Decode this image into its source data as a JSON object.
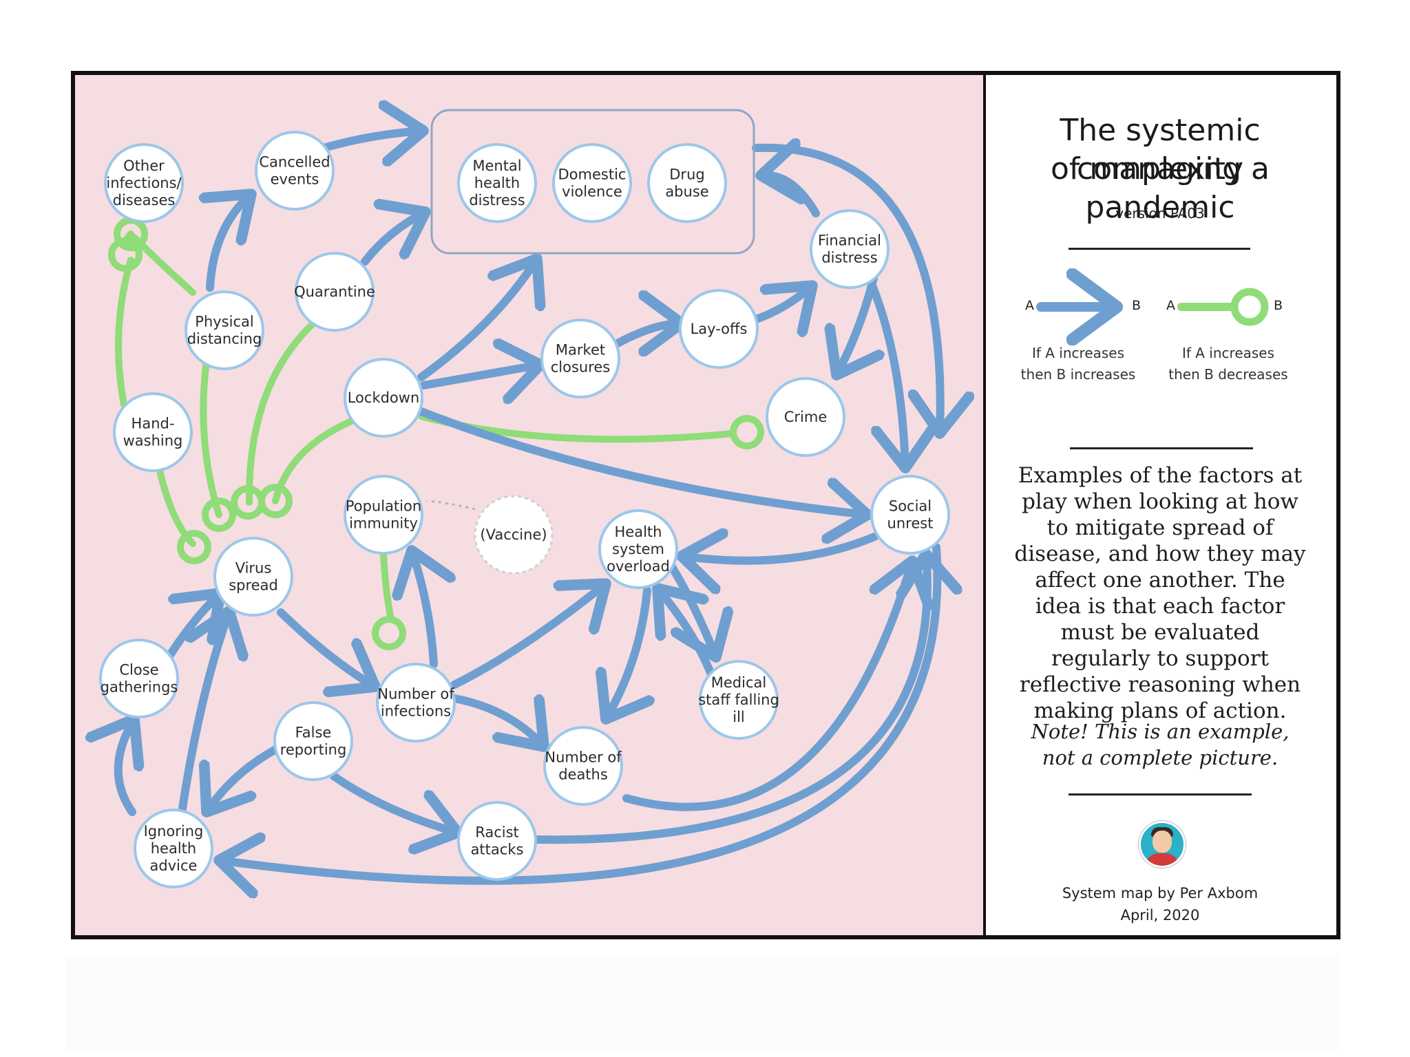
{
  "diagram": {
    "nodes": {
      "other_infections": [
        "Other",
        "infections/",
        "diseases"
      ],
      "cancelled_events": [
        "Cancelled",
        "events"
      ],
      "mental_health": [
        "Mental",
        "health",
        "distress"
      ],
      "domestic_violence": [
        "Domestic",
        "violence"
      ],
      "drug_abuse": [
        "Drug",
        "abuse"
      ],
      "physical_distancing": [
        "Physical",
        "distancing"
      ],
      "quarantine": [
        "Quarantine"
      ],
      "financial_distress": [
        "Financial",
        "distress"
      ],
      "market_closures": [
        "Market",
        "closures"
      ],
      "layoffs": [
        "Lay-offs"
      ],
      "hand_washing": [
        "Hand-",
        "washing"
      ],
      "lockdown": [
        "Lockdown"
      ],
      "crime": [
        "Crime"
      ],
      "population_immunity": [
        "Population",
        "immunity"
      ],
      "vaccine": [
        "(Vaccine)"
      ],
      "health_system_overload": [
        "Health",
        "system",
        "overload"
      ],
      "social_unrest": [
        "Social",
        "unrest"
      ],
      "virus_spread": [
        "Virus",
        "spread"
      ],
      "close_gatherings": [
        "Close",
        "gatherings"
      ],
      "false_reporting": [
        "False",
        "reporting"
      ],
      "number_of_infections": [
        "Number of",
        "infections"
      ],
      "medical_staff": [
        "Medical",
        "staff falling",
        "ill"
      ],
      "number_of_deaths": [
        "Number of",
        "deaths"
      ],
      "ignoring_health_advice": [
        "Ignoring",
        "health",
        "advice"
      ],
      "racist_attacks": [
        "Racist",
        "attacks"
      ]
    },
    "colors": {
      "background": "#f6dde1",
      "increase_arrow": "#6f9fd0",
      "decrease_link": "#8fdc78",
      "node_fill": "#ffffff",
      "node_border": "#9cc7ea"
    }
  },
  "sidebar": {
    "title_line1": "The systemic complexity",
    "title_line2": "of managing a pandemic",
    "version": "version PA03",
    "legend": {
      "a_label": "A",
      "b_label": "B",
      "increase_line1": "If A increases",
      "increase_line2": "then B increases",
      "decrease_line1": "If A increases",
      "decrease_line2": "then B decreases"
    },
    "description": "Examples of the factors at play when looking at how to mitigate spread of disease, and how they may affect one another. The idea is that each factor must be evaluated regularly to support reflective reasoning when making plans of action.",
    "note": "Note! This is an example, not a complete picture.",
    "credit_line1": "System map by Per Axbom",
    "credit_line2": "April, 2020"
  }
}
